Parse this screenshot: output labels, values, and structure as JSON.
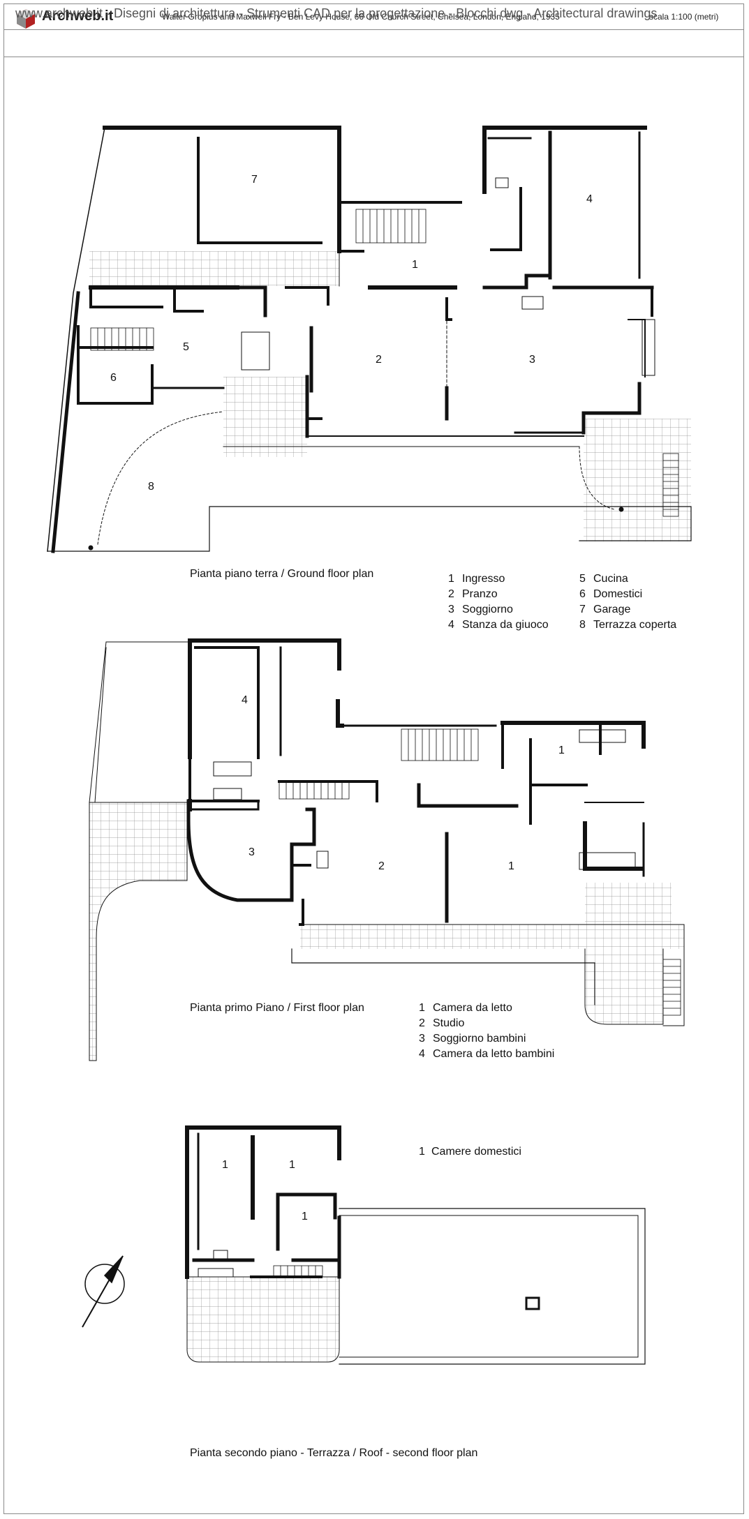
{
  "header": {
    "brand": "Archweb.it",
    "title": "Walter Gropius and Maxwell Fry - Ben Levy House, 66 Old Church Street, Chelsea, London, England, 1935",
    "scale": "scala 1:100 (metri)",
    "subheader": "www.archweb.it  -   Disegni di architettura - Strumenti CAD  per la progettazione - Blocchi dwg  -  Architectural drawings"
  },
  "ground_floor": {
    "caption": "Pianta piano terra / Ground floor plan",
    "room_numbers": [
      "7",
      "4",
      "1",
      "5",
      "2",
      "3",
      "6",
      "8"
    ],
    "legend_col1": [
      {
        "n": "1",
        "label": "Ingresso"
      },
      {
        "n": "2",
        "label": "Pranzo"
      },
      {
        "n": "3",
        "label": "Soggiorno"
      },
      {
        "n": "4",
        "label": "Stanza da giuoco"
      }
    ],
    "legend_col2": [
      {
        "n": "5",
        "label": "Cucina"
      },
      {
        "n": "6",
        "label": "Domestici"
      },
      {
        "n": "7",
        "label": "Garage"
      },
      {
        "n": "8",
        "label": "Terrazza coperta"
      }
    ]
  },
  "first_floor": {
    "caption": "Pianta primo Piano / First floor plan",
    "room_numbers": [
      "4",
      "1",
      "3",
      "2",
      "1"
    ],
    "legend": [
      {
        "n": "1",
        "label": "Camera da letto"
      },
      {
        "n": "2",
        "label": "Studio"
      },
      {
        "n": "3",
        "label": "Soggiorno bambini"
      },
      {
        "n": "4",
        "label": "Camera da letto bambini"
      }
    ]
  },
  "second_floor": {
    "caption": "Pianta secondo piano - Terrazza  /  Roof - second floor plan",
    "room_numbers": [
      "1",
      "1",
      "1"
    ],
    "legend": [
      {
        "n": "1",
        "label": "Camere domestici"
      }
    ]
  },
  "icons": {
    "logo": "archweb-logo-icon",
    "north_arrow": "north-arrow-icon"
  },
  "colors": {
    "wall": "#111111",
    "grid": "#8a8a8a",
    "frame": "#8a8a8a"
  }
}
